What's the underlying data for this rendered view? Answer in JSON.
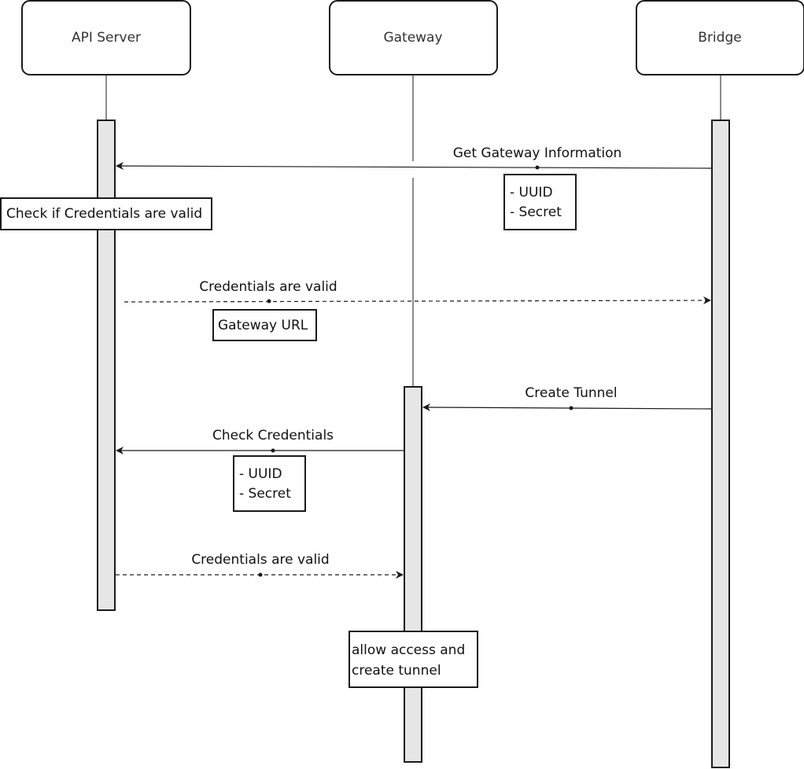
{
  "participants": {
    "api_server": "API Server",
    "gateway": "Gateway",
    "bridge": "Bridge"
  },
  "messages": {
    "get_gateway_info": "Get Gateway Information",
    "credentials_valid_1": "Credentials are valid",
    "create_tunnel": "Create Tunnel",
    "check_credentials": "Check Credentials",
    "credentials_valid_2": "Credentials are valid"
  },
  "notes": {
    "check_valid": "Check if Credentials are valid",
    "uuid_secret_1": [
      "- UUID",
      "- Secret"
    ],
    "gateway_url": "Gateway URL",
    "uuid_secret_2": [
      "- UUID",
      "- Secret"
    ],
    "allow_access": [
      "allow access and",
      "create tunnel"
    ]
  },
  "colors": {
    "activation_fill": "#e6e6e6",
    "stroke": "#1a1a1a",
    "background": "#ffffff"
  }
}
